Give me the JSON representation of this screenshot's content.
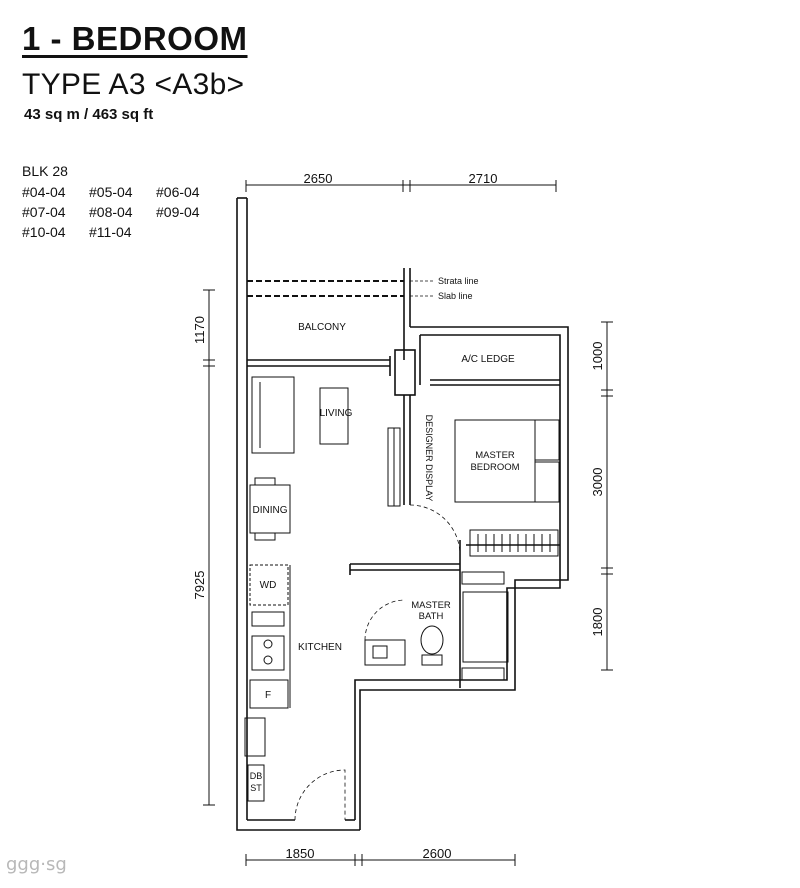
{
  "header": {
    "title": "1 - BEDROOM",
    "type": "TYPE A3 <A3b>",
    "area": "43 sq m / 463 sq ft"
  },
  "block": {
    "label": "BLK 28",
    "units": [
      [
        "#04-04",
        "#05-04",
        "#06-04"
      ],
      [
        "#07-04",
        "#08-04",
        "#09-04"
      ],
      [
        "#10-04",
        "#11-04"
      ]
    ]
  },
  "dimensions": {
    "top_left": "2650",
    "top_right": "2710",
    "left_upper": "1170",
    "left_lower": "7925",
    "right_top": "1000",
    "right_mid": "3000",
    "right_bottom": "1800",
    "bottom_left": "1850",
    "bottom_right": "2600"
  },
  "lines": {
    "strata": "Strata line",
    "slab": "Slab line"
  },
  "rooms": {
    "balcony": "BALCONY",
    "ac_ledge": "A/C LEDGE",
    "living": "LIVING",
    "designer_display": "DESIGNER DISPLAY",
    "master_bedroom_1": "MASTER",
    "master_bedroom_2": "BEDROOM",
    "dining": "DINING",
    "wd": "WD",
    "master_bath_1": "MASTER",
    "master_bath_2": "BATH",
    "kitchen": "KITCHEN",
    "fridge": "F",
    "db_1": "DB",
    "db_2": "ST"
  },
  "watermark": "ggg·sg"
}
